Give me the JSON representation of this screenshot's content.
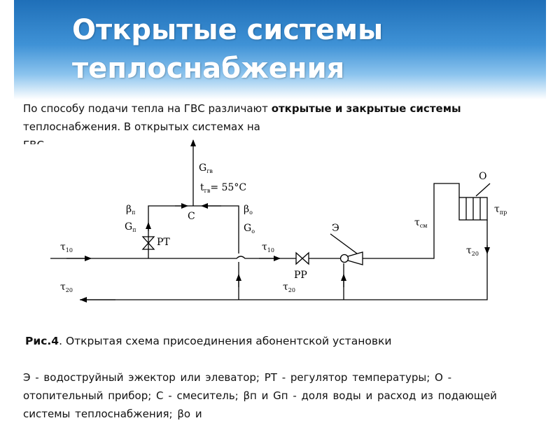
{
  "slide": {
    "title_line1": "Открытые системы",
    "title_line2": "теплоснабжения"
  },
  "intro": {
    "part1": "По способу подачи тепла на ГВС различают ",
    "bold1": "открытые и закрытые системы",
    "part2": " теплоснабжения.    В открытых системах на",
    "part3": "ГВС"
  },
  "diagram": {
    "labels": {
      "g_gv": "G",
      "g_gv_sub": "гв",
      "t_gv": "t",
      "t_gv_sub": "гв",
      "t_gv_val": "= 55°C",
      "beta_p": "β",
      "beta_p_sub": "п",
      "g_p": "G",
      "g_p_sub": "п",
      "rt": "PT",
      "c": "C",
      "beta_o": "β",
      "beta_o_sub": "о",
      "g_o": "G",
      "g_o_sub": "о",
      "tau10_left": "τ",
      "tau10_left_sub": "10",
      "tau10_mid": "τ",
      "tau10_mid_sub": "10",
      "tau20_left": "τ",
      "tau20_left_sub": "20",
      "tau20_mid": "τ",
      "tau20_mid_sub": "20",
      "rr": "PP",
      "e": "Э",
      "tau_sm": "τ",
      "tau_sm_sub": "см",
      "o": "O",
      "tau_pr": "τ",
      "tau_pr_sub": "пр",
      "tau20_right": "τ",
      "tau20_right_sub": "20"
    }
  },
  "caption": {
    "fig": "Рис.4",
    "text": ". Открытая схема присоединения абонентской установки"
  },
  "legend": {
    "text": "Э -  водоструйный  эжектор  или  элеватор; РТ -  регулятор температуры; О - отопительный прибор;  С -    смеситель; βп и Gп - доля воды и расход из подающей системы теплоснабжения; βо  и"
  }
}
